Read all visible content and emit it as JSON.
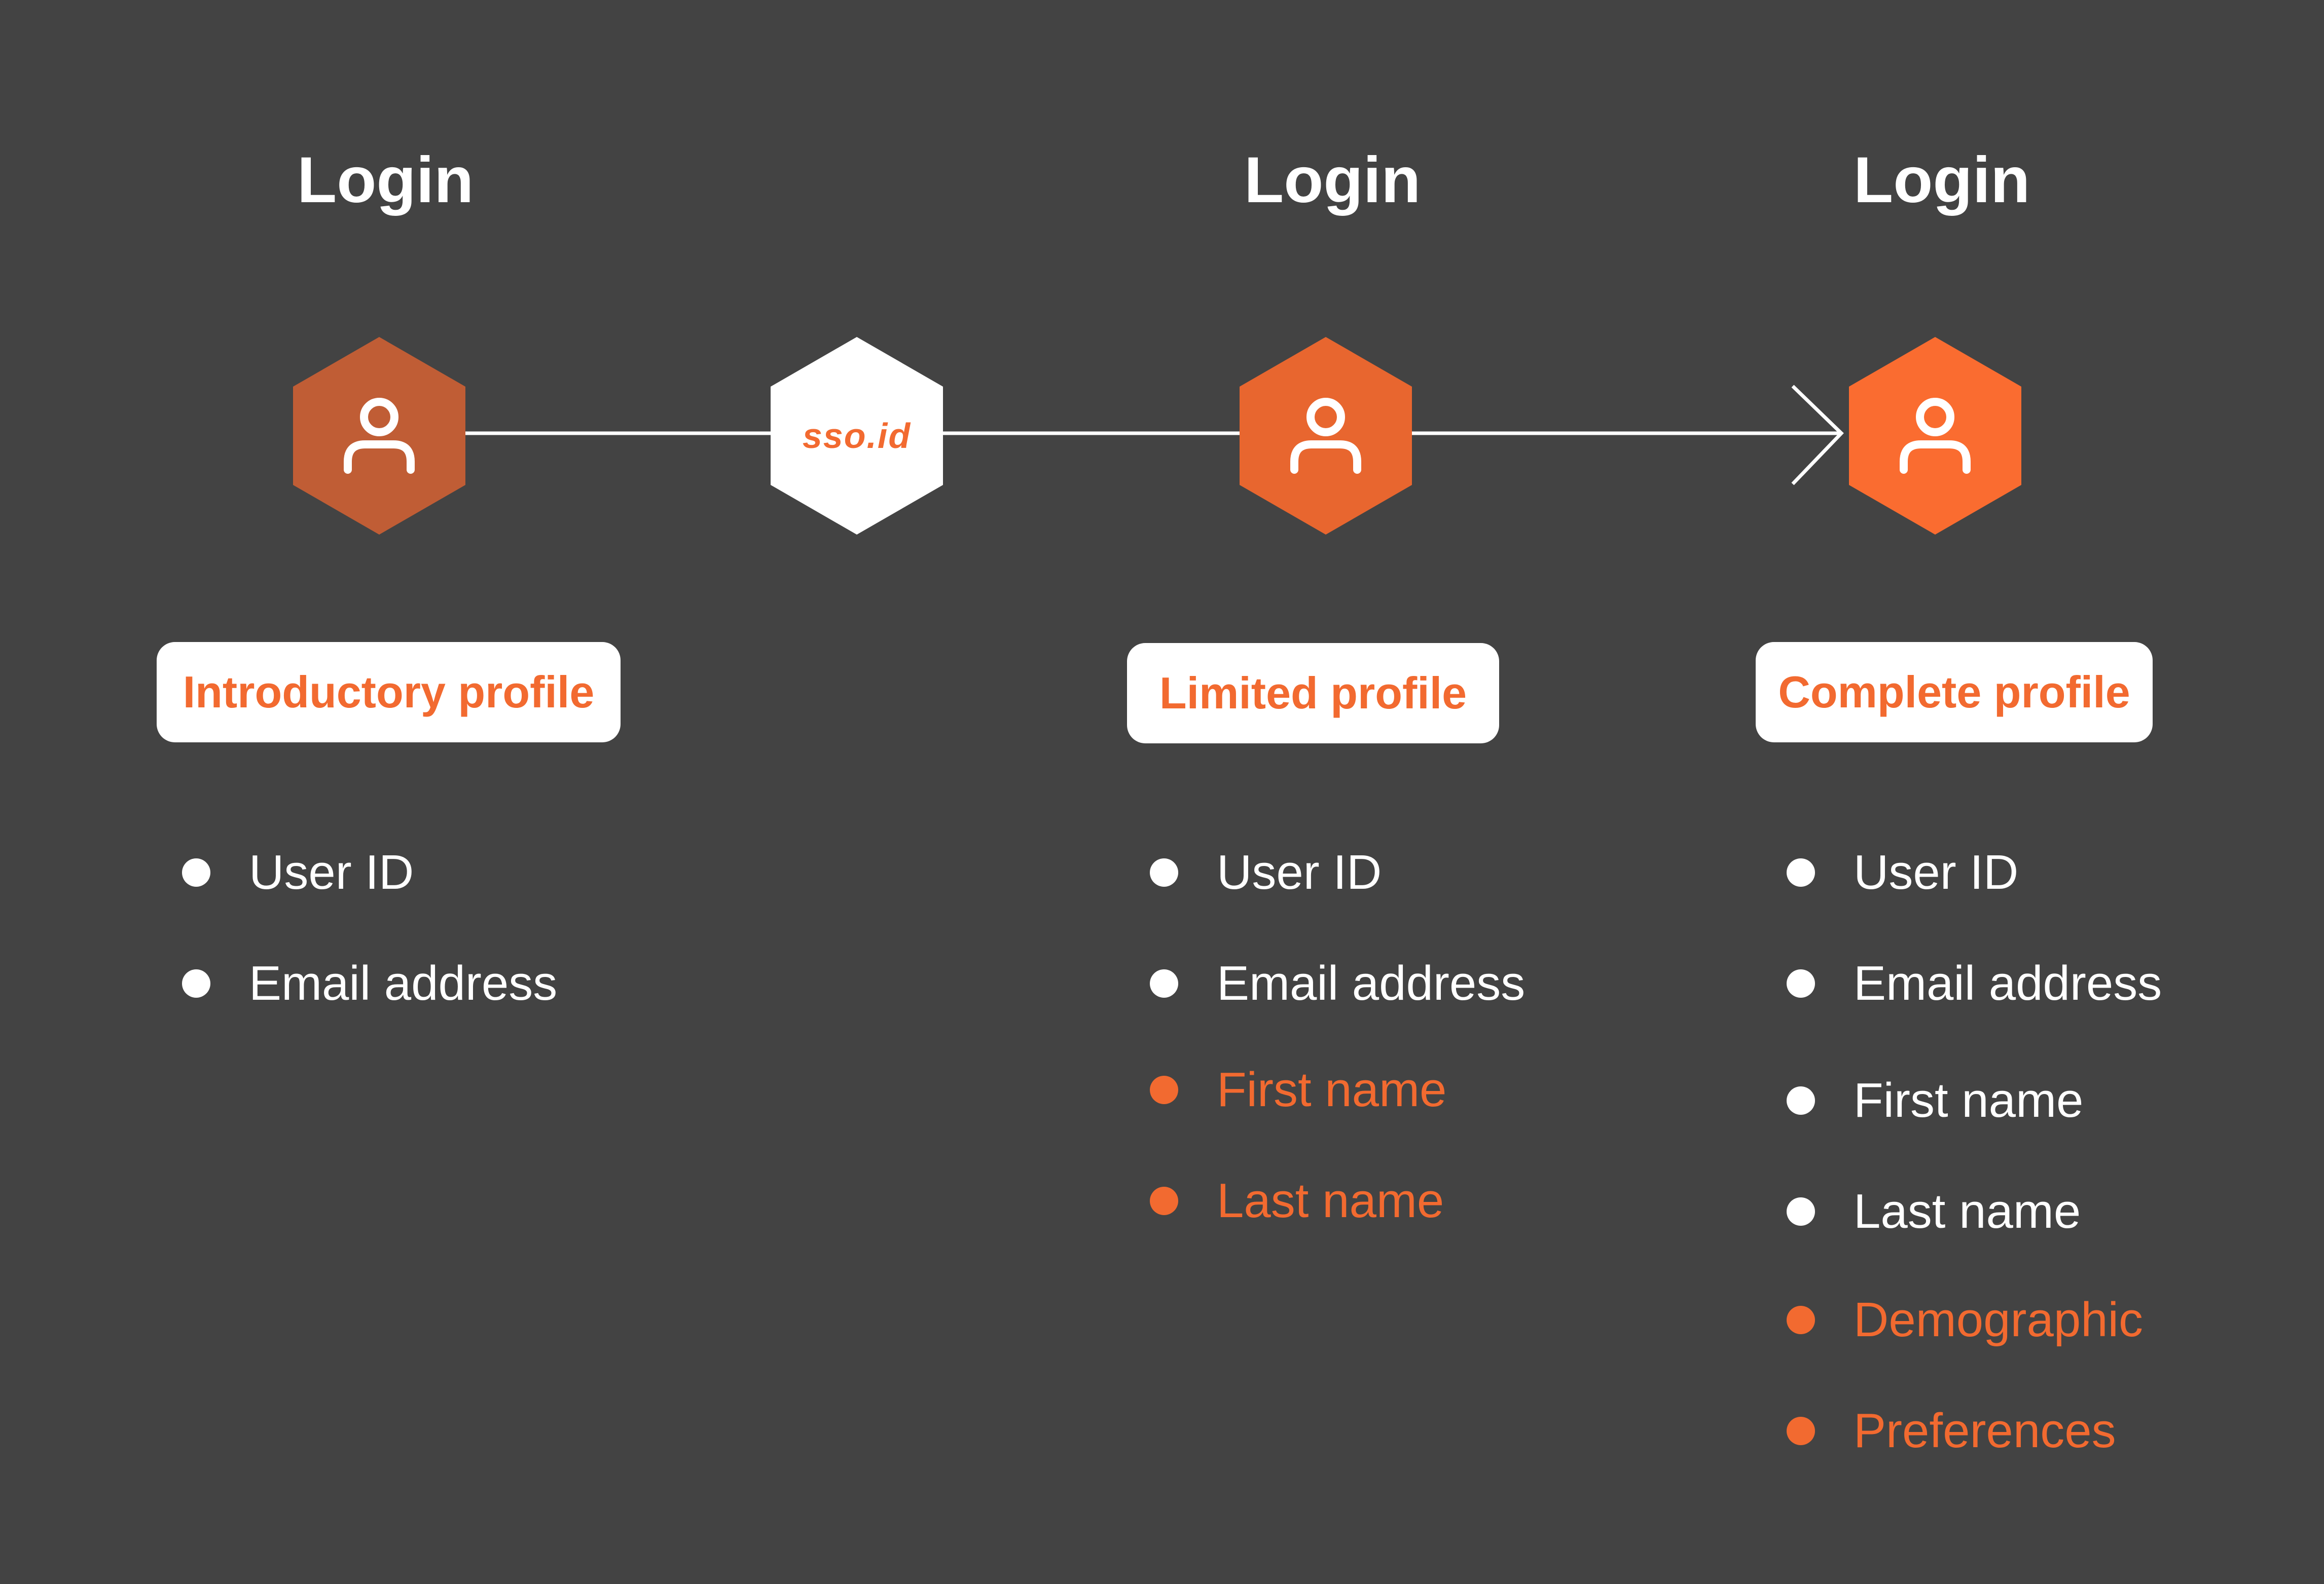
{
  "colors": {
    "background": "#434343",
    "text": "#ffffff",
    "accent": "#F26A30",
    "accent_dark": "#C05D35",
    "accent_mid": "#E8662F",
    "accent_bright": "#FA6C30",
    "hex_white": "#ffffff"
  },
  "stages": [
    {
      "title": "Login",
      "icon": "user-icon",
      "profile_label": "Introductory profile",
      "attributes": [
        {
          "label": "User ID",
          "highlight": false
        },
        {
          "label": "Email address",
          "highlight": false
        }
      ]
    },
    {
      "title": "Login",
      "icon": "user-icon",
      "profile_label": "Limited profile",
      "attributes": [
        {
          "label": "User ID",
          "highlight": false
        },
        {
          "label": "Email address",
          "highlight": false
        },
        {
          "label": "First name",
          "highlight": true
        },
        {
          "label": "Last name",
          "highlight": true
        }
      ]
    },
    {
      "title": "Login",
      "icon": "user-icon",
      "profile_label": "Complete profile",
      "attributes": [
        {
          "label": "User ID",
          "highlight": false
        },
        {
          "label": "Email address",
          "highlight": false
        },
        {
          "label": "First name",
          "highlight": false
        },
        {
          "label": "Last name",
          "highlight": false
        },
        {
          "label": "Demographic",
          "highlight": true
        },
        {
          "label": "Preferences",
          "highlight": true
        }
      ]
    }
  ],
  "sso": {
    "label": "sso.id"
  }
}
